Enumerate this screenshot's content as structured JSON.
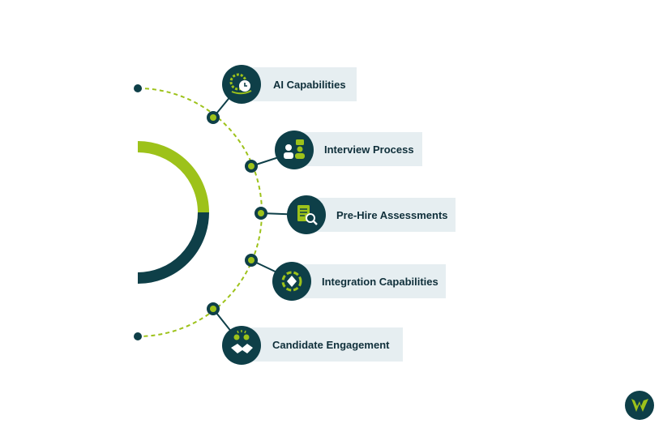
{
  "colors": {
    "dark_teal": "#0e3f48",
    "lime": "#9dc21a",
    "box_bg": "#e6eef1",
    "text": "#0f2f3a"
  },
  "items": [
    {
      "label": "AI Capabilities",
      "icon": "ai-gear-clock-icon"
    },
    {
      "label": "Interview Process",
      "icon": "interview-people-icon"
    },
    {
      "label": "Pre-Hire Assessments",
      "icon": "document-search-icon"
    },
    {
      "label": "Integration Capabilities",
      "icon": "integration-cycle-icon"
    },
    {
      "label": "Candidate Engagement",
      "icon": "handshake-people-icon"
    }
  ],
  "logo": {
    "icon": "brand-logo-icon"
  }
}
